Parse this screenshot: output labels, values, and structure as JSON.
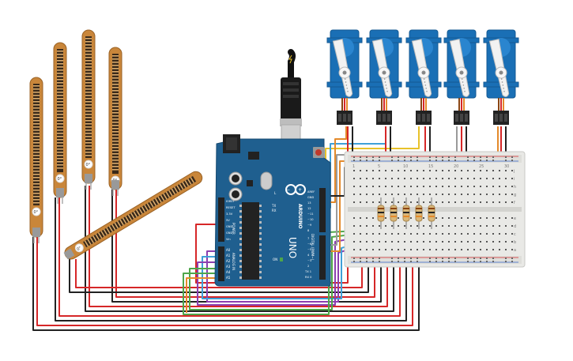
{
  "flex_sensors": [
    {
      "angle_label": "0°"
    },
    {
      "angle_label": "0°"
    },
    {
      "angle_label": "0°"
    },
    {
      "angle_label": "0°"
    },
    {
      "angle_label": "0°"
    }
  ],
  "servo_count": 5,
  "resistor_count": 5,
  "arduino": {
    "brand": "ARDUINO",
    "model": "UNO",
    "power_header_label": "POWER",
    "analog_header_label": "ANALOG IN",
    "digital_header_label": "DIGITAL (PWM~)",
    "power_pins": [
      "IOREF",
      "RESET",
      "3.3V",
      "5V",
      "GND",
      "GND",
      "Vin"
    ],
    "analog_pins": [
      "A0",
      "A1",
      "A2",
      "A3",
      "A4",
      "A5"
    ],
    "digital_pins_top": [
      "AREF",
      "GND",
      "13",
      "12",
      "~11",
      "~10",
      "~9",
      "8"
    ],
    "digital_pins_bottom": [
      "7",
      "~6",
      "~5",
      "4",
      "~3",
      "2",
      "TX 1",
      "RX 0"
    ],
    "on_label": "ON",
    "tx_label": "TX",
    "rx_label": "RX",
    "l_label": "L"
  },
  "breadboard": {
    "row_letters_top": [
      "j",
      "i",
      "h",
      "g",
      "f"
    ],
    "row_letters_bottom": [
      "e",
      "d",
      "c",
      "b",
      "a"
    ],
    "column_numbers": [
      "1",
      "5",
      "10",
      "15",
      "20",
      "25",
      "30"
    ]
  },
  "colors": {
    "flex_sensor_body": "#c9863a",
    "flex_sensor_strip": "#3a2a1a",
    "servo_blue": "#1a6fb5",
    "arduino_blue": "#1f5f8f",
    "breadboard": "#e9e9e6",
    "wire_red": "#d62728",
    "wire_black": "#222222",
    "wire_yellow": "#e8c22a",
    "wire_blue": "#3fa0d8",
    "wire_purple": "#8c3fb0",
    "wire_green": "#4ea64a",
    "wire_orange": "#e48a2b",
    "wire_gray": "#9a9a9a"
  }
}
